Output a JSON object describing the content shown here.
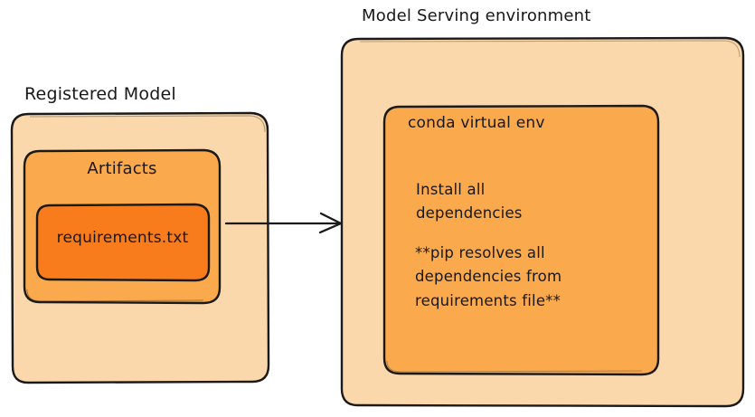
{
  "diagram": {
    "type": "nested-box-flow",
    "style": "hand-drawn sketch",
    "background_color": "#ffffff",
    "stroke_color": "#1a1a1a",
    "palette": {
      "outer_fill": "#fbd8ab",
      "middle_fill": "#faa94d",
      "inner_fill": "#f97c1c"
    },
    "left_group": {
      "title": "Registered Model",
      "box_fill": "#fbd8ab",
      "child": {
        "title": "Artifacts",
        "box_fill": "#faa94d",
        "child": {
          "title": "requirements.txt",
          "box_fill": "#f97c1c"
        }
      }
    },
    "right_group": {
      "title": "Model Serving environment",
      "box_fill": "#fbd8ab",
      "child": {
        "title": "conda virtual env",
        "box_fill": "#faa94d",
        "lines": {
          "install": "Install all\ndependencies",
          "pip": "**pip resolves all\ndependencies from\nrequirements file**"
        }
      }
    },
    "connector": {
      "name": "arrow-registered-model-to-serving",
      "from": "Registered Model",
      "to": "Model Serving environment",
      "direction": "right",
      "label": ""
    }
  }
}
